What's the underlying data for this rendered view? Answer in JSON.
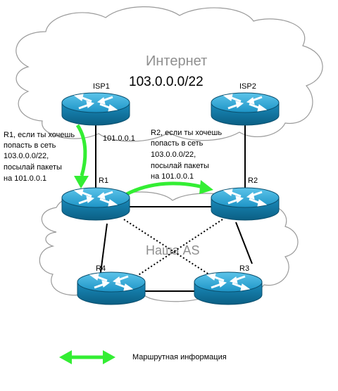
{
  "clouds": {
    "internet_title": "Интернет",
    "internet_prefix": "103.0.0.0/22",
    "as_title": "Наша AS"
  },
  "routers": {
    "isp1": "ISP1",
    "isp2": "ISP2",
    "r1": "R1",
    "r2": "R2",
    "r3": "R3",
    "r4": "R4"
  },
  "link_label": "101.0.0.1",
  "messages": {
    "isp1_to_r1": [
      "R1,  если ты хочешь",
      "попасть в сеть",
      "103.0.0.0/22,",
      "посылай пакеты",
      "на 101.0.0.1"
    ],
    "r1_to_r2": [
      "R2, если ты хочешь",
      "попасть в сеть",
      "103.0.0.0/22,",
      "посылай пакеты",
      "на 101.0.0.1"
    ]
  },
  "legend": {
    "label": "Маршрутная информация"
  },
  "colors": {
    "router_blue": "#1b8fc0",
    "router_dark": "#0e6f97",
    "arrow_green": "#33ee33",
    "cloud_stroke": "#999999"
  }
}
